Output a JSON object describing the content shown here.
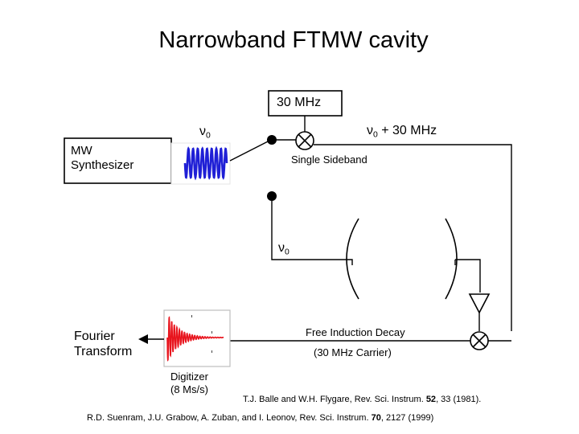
{
  "title": "Narrowband FTMW cavity",
  "blocks": {
    "mw_synthesizer": [
      "MW",
      "Synthesizer"
    ],
    "ref_30mhz": "30 MHz",
    "digitizer": [
      "Digitizer",
      "(8 Ms/s)"
    ],
    "fourier_transform": [
      "Fourier",
      "Transform"
    ]
  },
  "signals": {
    "nu0_top": {
      "sym": "ν",
      "sub": "0",
      "suffix": ""
    },
    "nu0_plus": {
      "sym": "ν",
      "sub": "0",
      "suffix": " + 30 MHz"
    },
    "nu0_mid": {
      "sym": "ν",
      "sub": "0",
      "suffix": ""
    }
  },
  "labels": {
    "single_sideband": "Single Sideband",
    "free_induction_decay": "Free Induction Decay",
    "carrier": "(30 MHz Carrier)"
  },
  "references": [
    {
      "before": "T.J. Balle and W.H. Flygare, Rev. Sci. Instrum. ",
      "volume": "52",
      "after": ", 33 (1981)."
    },
    {
      "before": "R.D. Suenram, J.U. Grabow, A. Zuban, and I. Leonov, Rev. Sci. Instrum. ",
      "volume": "70",
      "after": ", 2127 (1999)"
    }
  ],
  "colors": {
    "cw_wave": "#1f1fd6",
    "fid_decay": "#e8141d",
    "lines": "#000000"
  }
}
